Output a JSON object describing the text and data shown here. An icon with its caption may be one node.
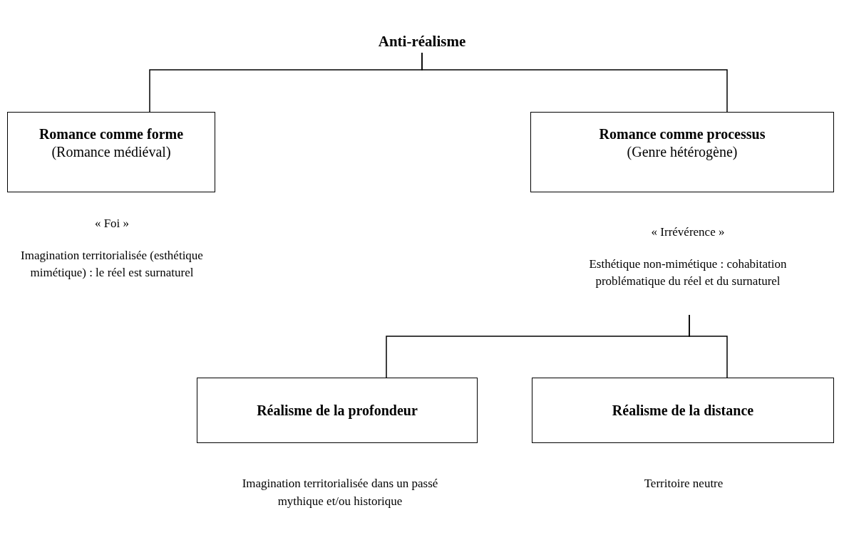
{
  "diagram": {
    "nodes": [
      {
        "text": [
          "Anti-réalisme"
        ]
      },
      {
        "text": [
          "Romance comme forme",
          "(Romance médiéval)"
        ],
        "beside": [
          "« Foi »",
          "Imagination territorialisée (esthétique mimétique) : le réel est surnaturel"
        ]
      },
      {
        "text": [
          "Romance comme processus",
          "(Genre hétérogène)"
        ],
        "beside": [
          "« Irrévérence »",
          "Esthétique non-mimétique : cohabitation problématique du réel et du surnaturel"
        ]
      },
      {
        "text": [
          "Réalisme de la profondeur"
        ],
        "beside": [
          "Imagination territorialisée dans un passé mythique et/ou historique"
        ]
      },
      {
        "text": [
          "Réalisme de la distance"
        ],
        "beside": [
          "Territoire neutre"
        ]
      }
    ],
    "edges": [
      {
        "from": 0,
        "to": 1,
        "arrow": "none"
      },
      {
        "from": 0,
        "to": 2,
        "arrow": "none"
      },
      {
        "from": 2,
        "to": 3,
        "arrow": "none"
      },
      {
        "from": 2,
        "to": 4,
        "arrow": "none"
      }
    ]
  }
}
